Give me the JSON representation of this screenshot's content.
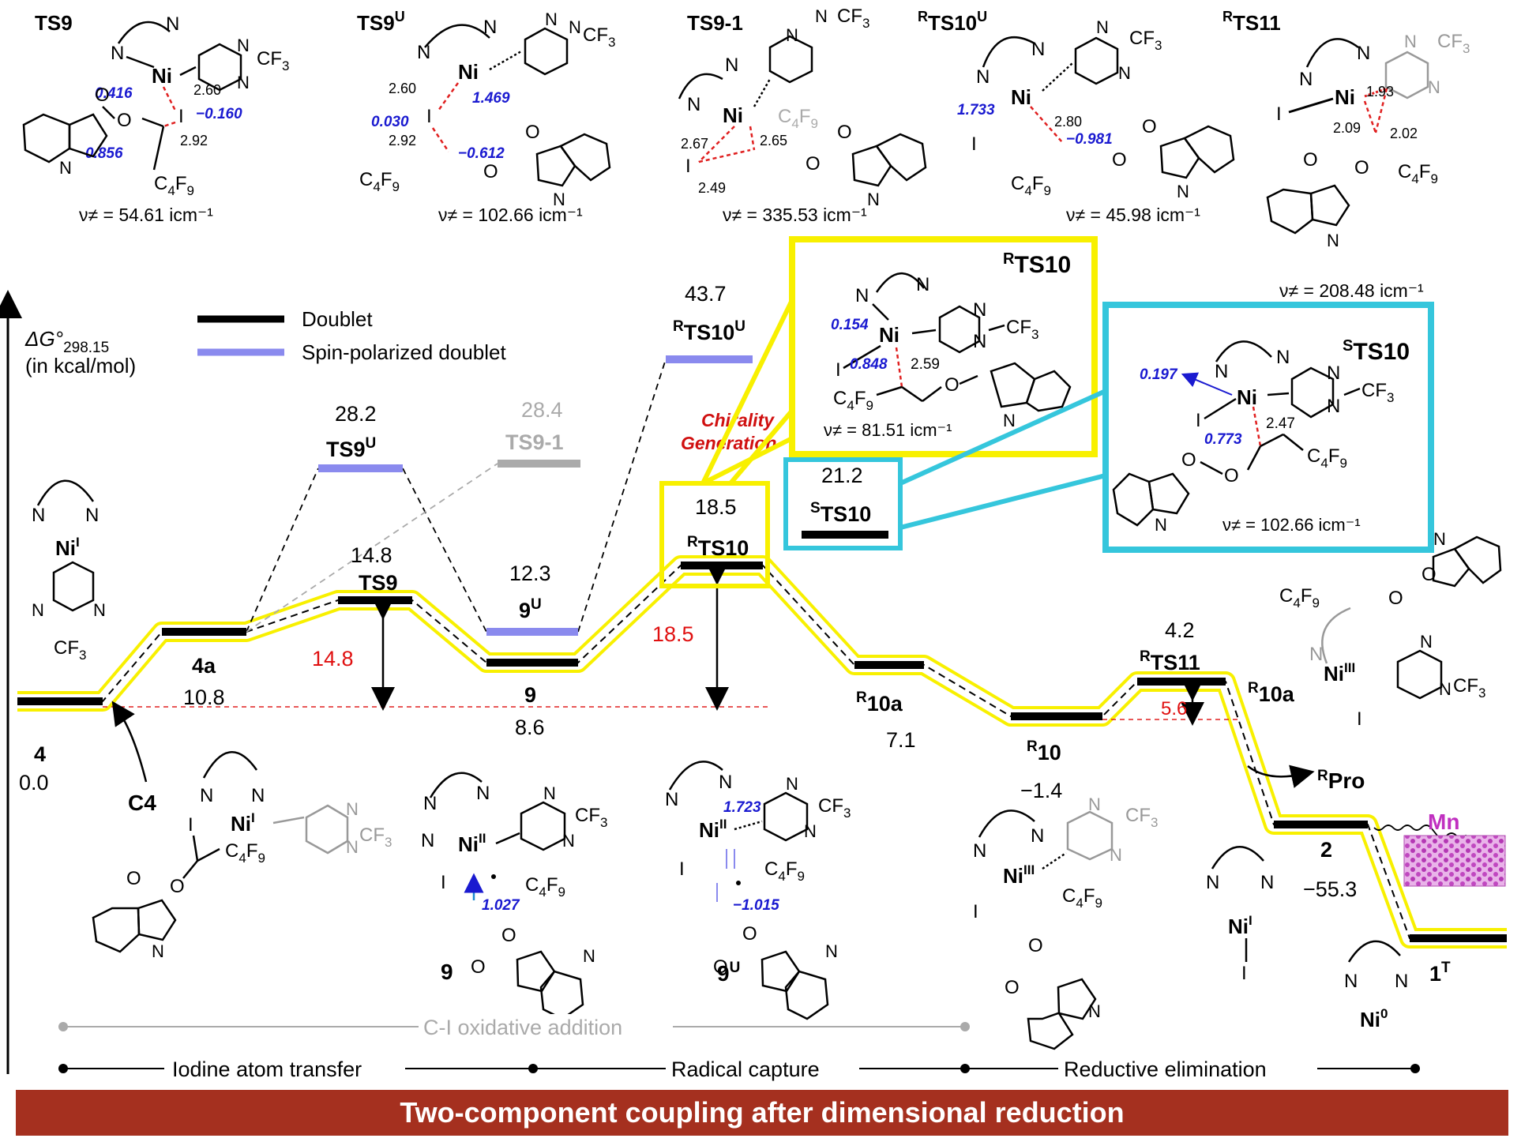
{
  "axis": {
    "ylabel_prefix": "ΔG°",
    "ylabel_sub": "298.15",
    "unit": "(in kcal/mol)"
  },
  "legend": [
    {
      "label": "Doublet",
      "color": "#000000"
    },
    {
      "label": "Spin-polarized doublet",
      "color": "#8a8aee"
    }
  ],
  "levels": {
    "int4": {
      "name": "4",
      "energy": "0.0"
    },
    "int4a": {
      "name": "4a",
      "energy": "10.8"
    },
    "ts9": {
      "name": "TS9",
      "energy": "14.8",
      "barrier": "14.8"
    },
    "ts9u": {
      "name": "TS9",
      "sup": "U",
      "energy": "28.2"
    },
    "ts91": {
      "name": "TS9-1",
      "energy": "28.4"
    },
    "int9": {
      "name": "9",
      "energy": "8.6"
    },
    "int9u": {
      "name": "9",
      "sup": "U",
      "energy": "12.3"
    },
    "rts10": {
      "pre": "R",
      "name": "TS10",
      "energy": "18.5",
      "barrier": "18.5"
    },
    "rts10u": {
      "pre": "R",
      "name": "TS10",
      "sup": "U",
      "energy": "43.7"
    },
    "sts10": {
      "pre": "S",
      "name": "TS10",
      "energy": "21.2"
    },
    "r10a": {
      "pre": "R",
      "name": "10a",
      "energy": "7.1"
    },
    "r10": {
      "pre": "R",
      "name": "10",
      "energy": "−1.4"
    },
    "rts11": {
      "pre": "R",
      "name": "TS11",
      "energy": "4.2",
      "barrier": "5.6"
    },
    "int2": {
      "name": "2",
      "energy": "−55.3"
    },
    "int1t": {
      "name": "1",
      "sup": "T"
    },
    "rpro": {
      "pre": "R",
      "name": "Pro"
    }
  },
  "c4_label": "C4",
  "chirality_label": [
    "Chirality",
    "Generation"
  ],
  "mn_label": "Mn",
  "top_structures": [
    {
      "title": "TS9",
      "freq": "ν≠ = 54.61 icm⁻¹",
      "spins": [
        "0.416",
        "−0.160",
        "0.856"
      ],
      "dists": [
        "2.60",
        "2.92"
      ]
    },
    {
      "title": "TS9",
      "sup": "U",
      "freq": "ν≠ = 102.66 icm⁻¹",
      "spins": [
        "1.469",
        "0.030",
        "−0.612"
      ],
      "dists": [
        "2.60",
        "2.92"
      ]
    },
    {
      "title": "TS9-1",
      "freq": "ν≠ = 335.53 icm⁻¹",
      "dists": [
        "2.67",
        "2.65",
        "2.49"
      ]
    },
    {
      "pre": "R",
      "title": "TS10",
      "sup": "U",
      "freq": "ν≠ = 45.98 icm⁻¹",
      "spins": [
        "1.733",
        "−0.981"
      ],
      "dists": [
        "2.80"
      ]
    },
    {
      "pre": "R",
      "title": "TS11",
      "freq": "ν≠ = 208.48 icm⁻¹",
      "dists": [
        "1.93",
        "2.09",
        "2.02"
      ]
    }
  ],
  "inset_rts10": {
    "pre": "R",
    "title": "TS10",
    "freq": "ν≠ = 81.51 icm⁻¹",
    "spins": [
      "0.154",
      "0.848"
    ],
    "dists": [
      "2.59"
    ]
  },
  "inset_sts10": {
    "pre": "S",
    "title": "TS10",
    "freq": "ν≠ = 102.66 icm⁻¹",
    "spins": [
      "0.197",
      "0.773"
    ],
    "dists": [
      "2.47"
    ]
  },
  "bottom_spins": {
    "int9": "1.027",
    "int9u_a": "1.723",
    "int9u_b": "−1.015"
  },
  "atoms": {
    "N": "N",
    "Ni": "Ni",
    "I": "I",
    "CF3": "CF",
    "three": "3",
    "C4F9": "C",
    "four": "4",
    "F": "F",
    "nine": "9",
    "O": "O"
  },
  "oxidation": {
    "one": "I",
    "two": "II",
    "three": "III",
    "zero": "0"
  },
  "stages": {
    "oxidative_addition": "C-I oxidative addition",
    "iodine_transfer": "Iodine atom transfer",
    "radical_capture": "Radical capture",
    "reductive_elimination": "Reductive elimination"
  },
  "banner": "Two-component coupling after dimensional reduction",
  "colors": {
    "highlight": "#f8f000",
    "cyan_box": "#35c6dc",
    "spin_blue": "#1a1ad0",
    "red_dash": "#e02020",
    "red_text": "#e01010",
    "gray": "#9a9a9a",
    "banner": "#a5301f",
    "mn": "#c030c0"
  }
}
